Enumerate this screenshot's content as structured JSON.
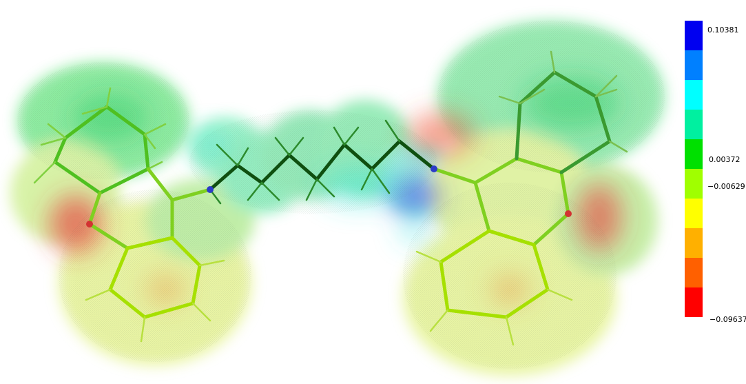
{
  "colorbar": {
    "colors": [
      "#0000f0",
      "#0080ff",
      "#00ffff",
      "#00f0a0",
      "#00e000",
      "#a0ff00",
      "#ffff00",
      "#ffb000",
      "#ff6000",
      "#ff0000"
    ],
    "labels": [
      "0.10381",
      "0.00372",
      "−0.00629",
      "−0.09637"
    ]
  },
  "surface_colors": {
    "green": "#33dd55",
    "yellow": "#e6ec4a",
    "orange": "#f2a855",
    "red": "#e83a3a",
    "blue": "#4040e8",
    "cyan": "#40e8e0",
    "bond_green": "#4fc020",
    "bond_yellow": "#a6e000",
    "bond_dark": "#0f4f10"
  }
}
